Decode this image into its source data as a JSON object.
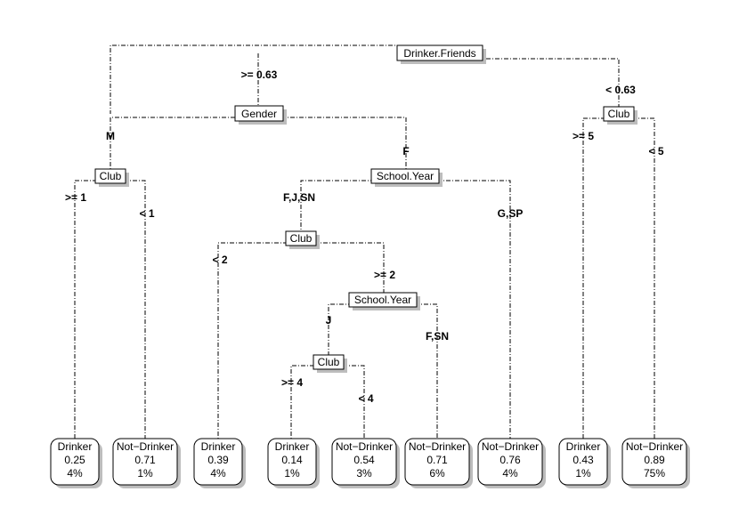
{
  "tree": {
    "nodes": {
      "root": {
        "label": "Drinker.Friends"
      },
      "n_gender": {
        "label": "Gender"
      },
      "n_club_r": {
        "label": "Club"
      },
      "n_club_m": {
        "label": "Club"
      },
      "n_school1": {
        "label": "School.Year"
      },
      "n_club_fjsn": {
        "label": "Club"
      },
      "n_school2": {
        "label": "School.Year"
      },
      "n_club_j": {
        "label": "Club"
      }
    },
    "edges": {
      "root_left": ">= 0.63",
      "root_right": "< 0.63",
      "gender_left": "M",
      "gender_right": "F",
      "clubm_left": ">= 1",
      "clubm_right": "< 1",
      "school1_left": "F,J,SN",
      "school1_right": "G,SP",
      "clubfjsn_left": "< 2",
      "clubfjsn_right": ">= 2",
      "school2_left": "J",
      "school2_right": "F,SN",
      "clubj_left": ">= 4",
      "clubj_right": "< 4",
      "clubr_left": ">= 5",
      "clubr_right": "< 5"
    },
    "leaves": [
      {
        "class": "Drinker",
        "prob": "0.25",
        "pct": "4%"
      },
      {
        "class": "Not−Drinker",
        "prob": "0.71",
        "pct": "1%"
      },
      {
        "class": "Drinker",
        "prob": "0.39",
        "pct": "4%"
      },
      {
        "class": "Drinker",
        "prob": "0.14",
        "pct": "1%"
      },
      {
        "class": "Not−Drinker",
        "prob": "0.54",
        "pct": "3%"
      },
      {
        "class": "Not−Drinker",
        "prob": "0.71",
        "pct": "6%"
      },
      {
        "class": "Not−Drinker",
        "prob": "0.76",
        "pct": "4%"
      },
      {
        "class": "Drinker",
        "prob": "0.43",
        "pct": "1%"
      },
      {
        "class": "Not−Drinker",
        "prob": "0.89",
        "pct": "75%"
      }
    ]
  }
}
